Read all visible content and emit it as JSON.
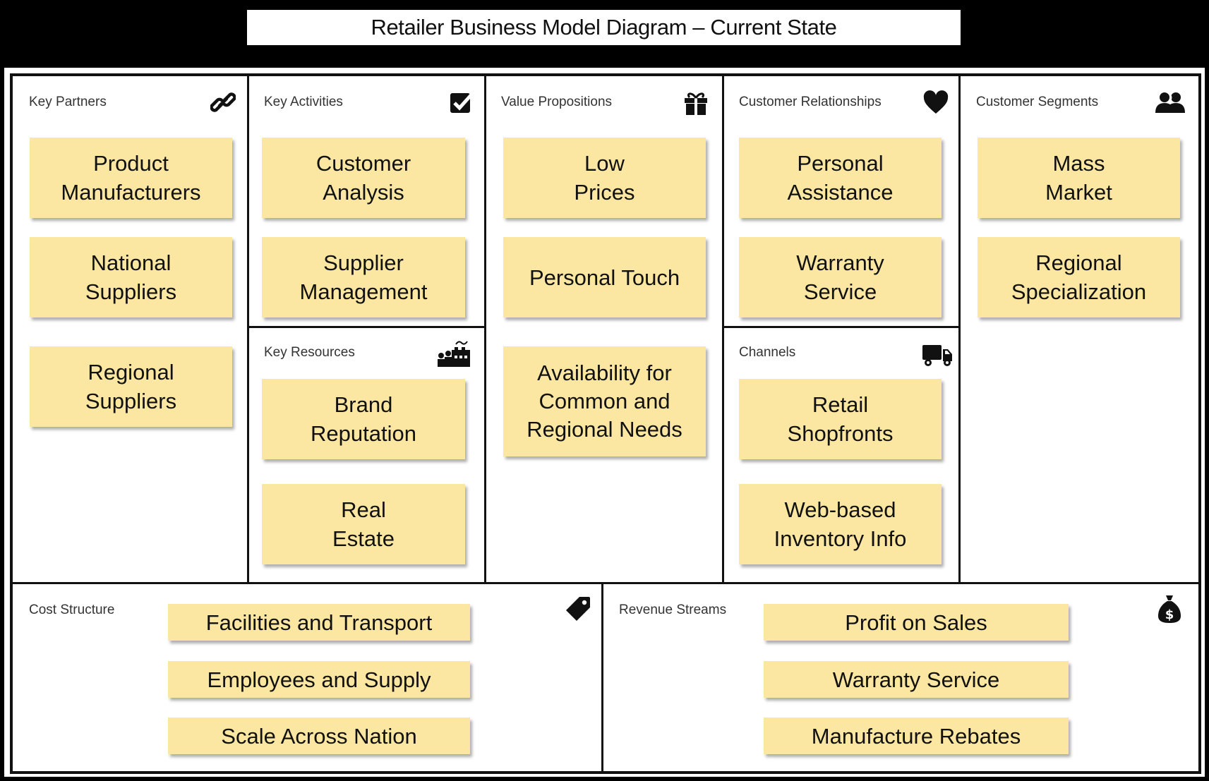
{
  "title": "Retailer Business Model Diagram – Current State",
  "sections": {
    "key_partners": {
      "label": "Key Partners",
      "icon": "link-icon",
      "notes": [
        "Product\nManufacturers",
        "National\nSuppliers",
        "Regional\nSuppliers"
      ]
    },
    "key_activities": {
      "label": "Key Activities",
      "icon": "checkbox-icon",
      "notes": [
        "Customer\nAnalysis",
        "Supplier\nManagement"
      ]
    },
    "key_resources": {
      "label": "Key Resources",
      "icon": "factory-icon",
      "notes": [
        "Brand\nReputation",
        "Real\nEstate"
      ]
    },
    "value_propositions": {
      "label": "Value Propositions",
      "icon": "gift-icon",
      "notes": [
        "Low\nPrices",
        "Personal Touch",
        "Availability for\nCommon and\nRegional Needs"
      ]
    },
    "customer_relationships": {
      "label": "Customer Relationships",
      "icon": "heart-icon",
      "notes": [
        "Personal\nAssistance",
        "Warranty\nService"
      ]
    },
    "channels": {
      "label": "Channels",
      "icon": "truck-icon",
      "notes": [
        "Retail\nShopfronts",
        "Web-based\nInventory Info"
      ]
    },
    "customer_segments": {
      "label": "Customer Segments",
      "icon": "users-icon",
      "notes": [
        "Mass\nMarket",
        "Regional\nSpecialization"
      ]
    },
    "cost_structure": {
      "label": "Cost Structure",
      "icon": "tag-icon",
      "notes": [
        "Facilities and Transport",
        "Employees and Supply",
        "Scale Across Nation"
      ]
    },
    "revenue_streams": {
      "label": "Revenue Streams",
      "icon": "money-bag-icon",
      "notes": [
        "Profit on Sales",
        "Warranty Service",
        "Manufacture Rebates"
      ]
    }
  }
}
